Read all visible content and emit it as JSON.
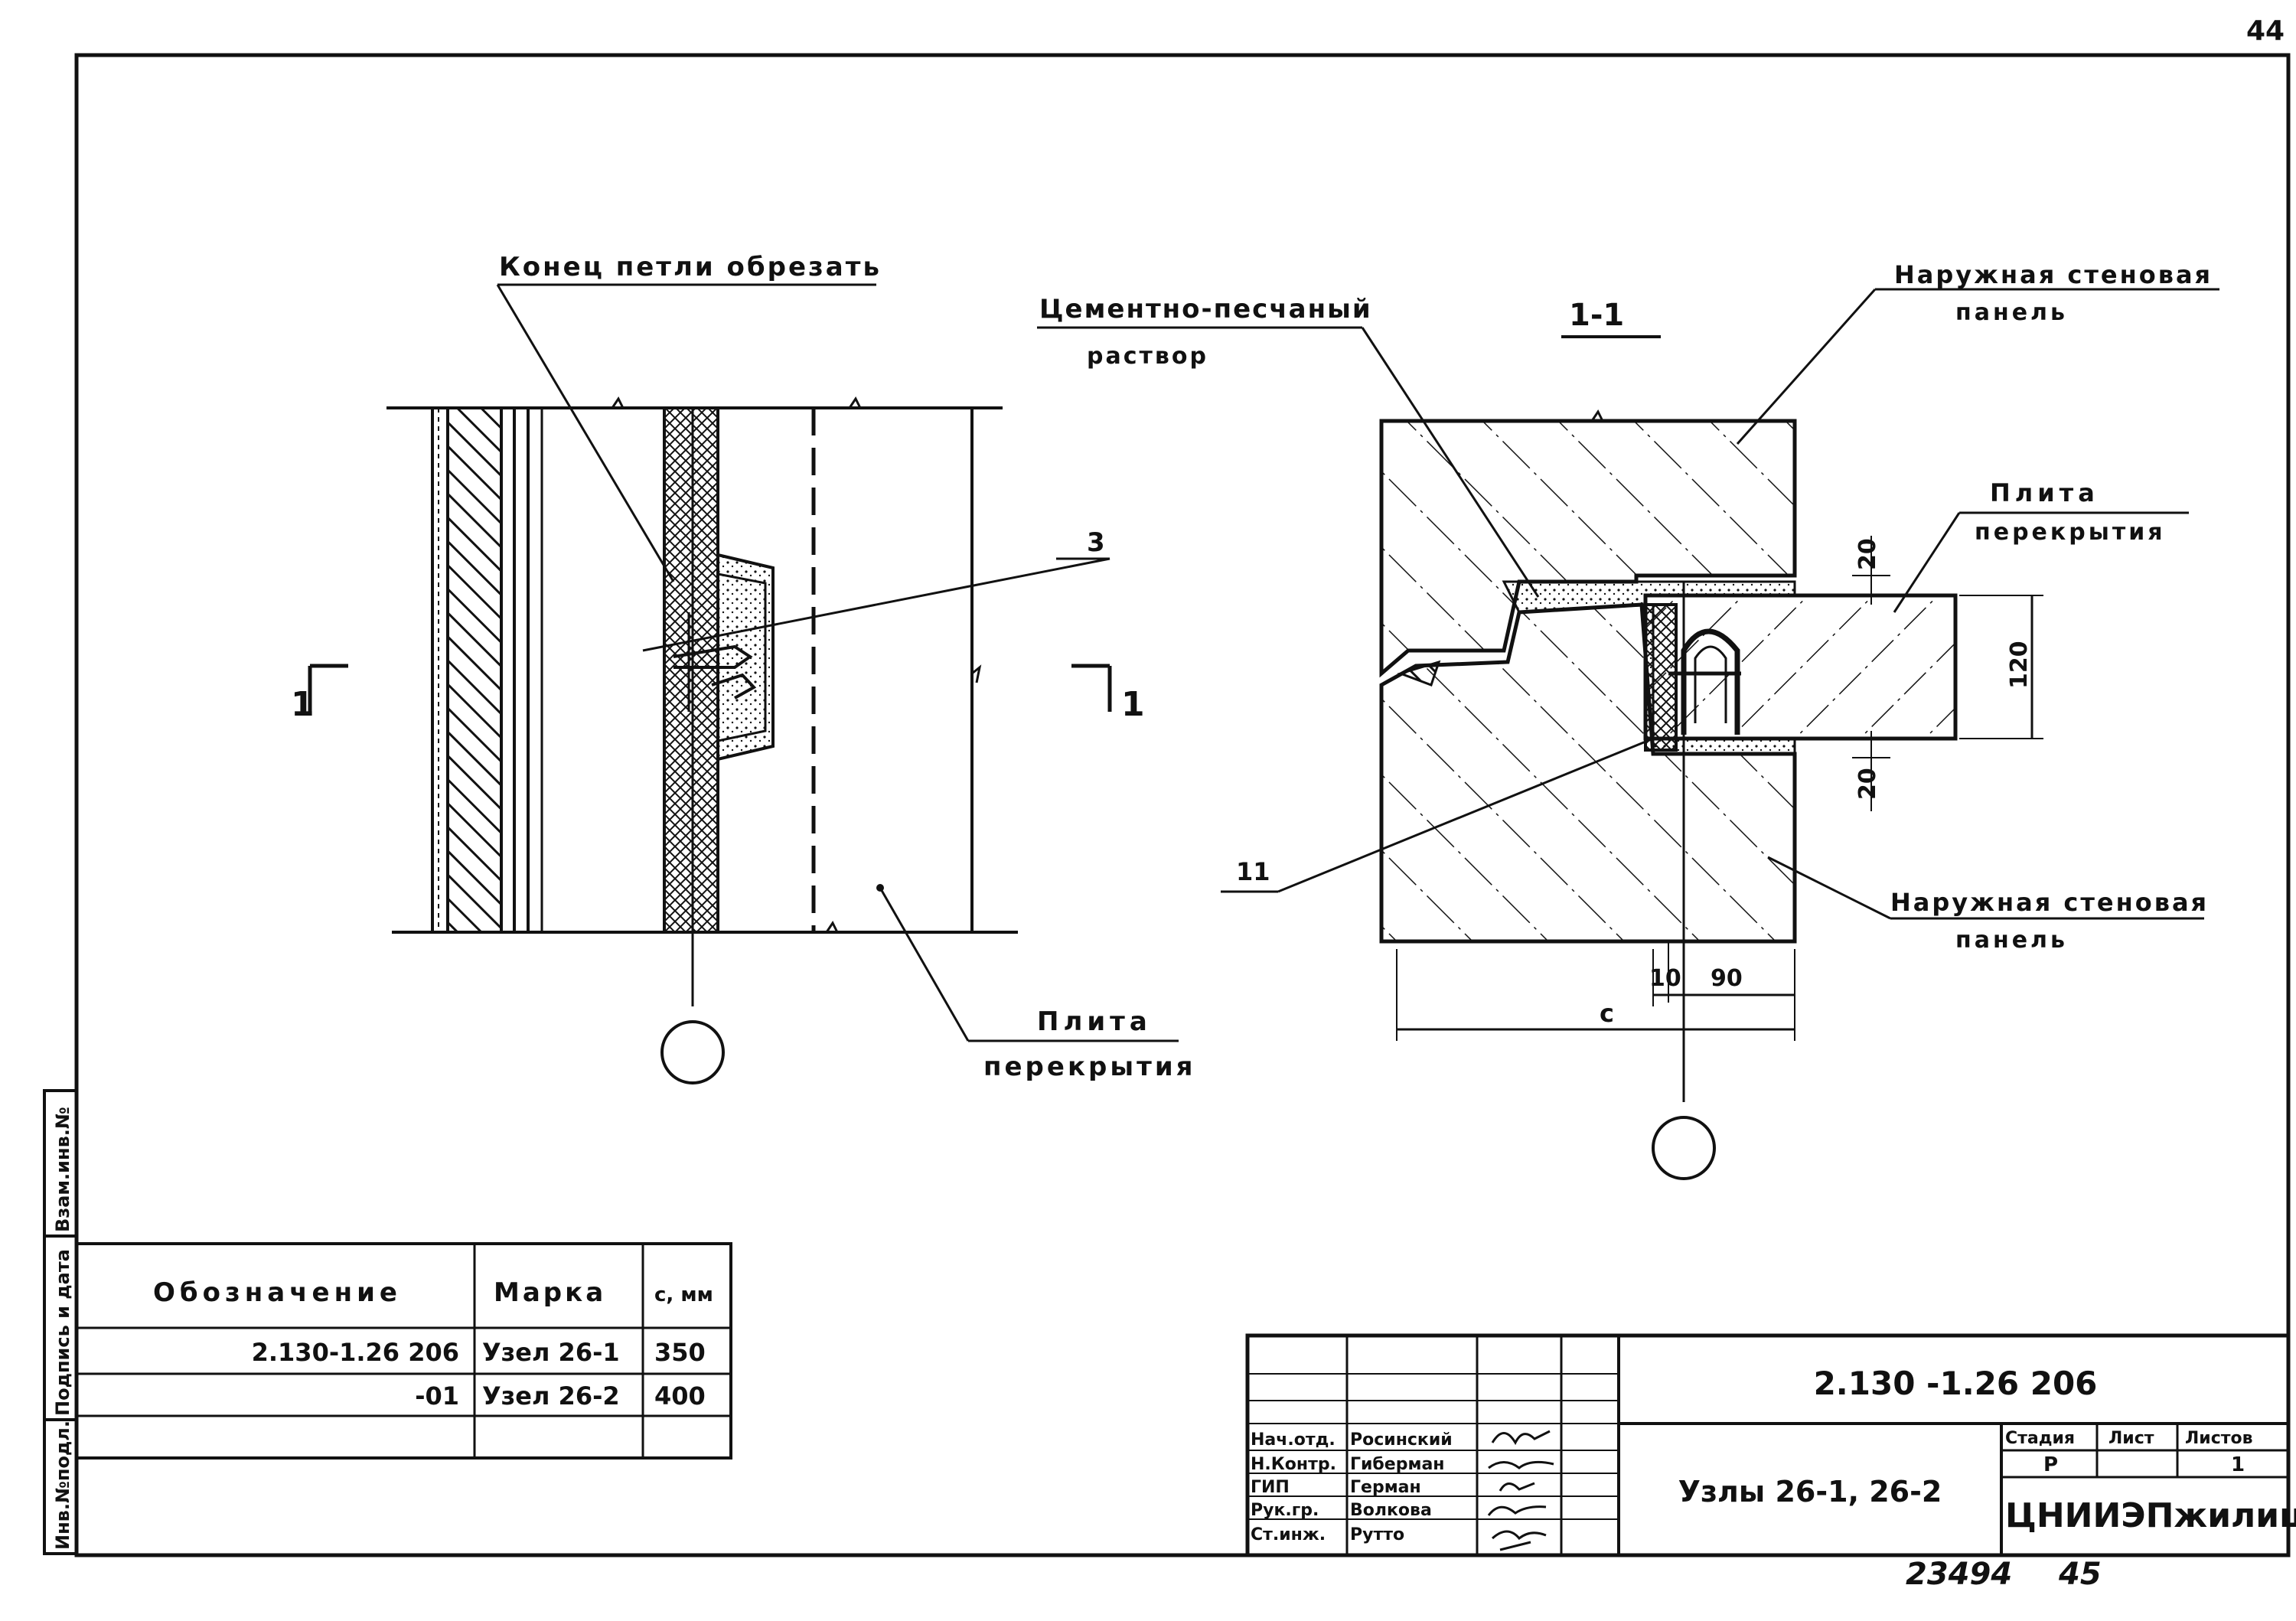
{
  "page_number": "44",
  "left_view": {
    "label_cut_loop": "Конец петли обрезать",
    "label_item": "3",
    "label_slab": [
      "Плита",
      "перекрытия"
    ],
    "section_mark": "1"
  },
  "section_view": {
    "title": "1-1",
    "label_mortar": [
      "Цементно-песчаный",
      "раствор"
    ],
    "label_outer_panel_top": [
      "Наружная стеновая",
      "панель"
    ],
    "label_slab": [
      "Плита",
      "перекрытия"
    ],
    "label_outer_panel_bottom": [
      "Наружная стеновая",
      "панель"
    ],
    "label_item": "11",
    "dims": {
      "gap_top": "20",
      "gap_bottom": "20",
      "slab": "120",
      "d10": "10",
      "d90": "90",
      "c": "c"
    }
  },
  "spec_table": {
    "headers": [
      "Обозначение",
      "Марка",
      "c, мм"
    ],
    "rows": [
      [
        "2.130-1.26 206",
        "Узел 26-1",
        "350"
      ],
      [
        "-01",
        "Узел 26-2",
        "400"
      ]
    ]
  },
  "side_stamp": [
    "Инв.№подл.",
    "Подпись и дата",
    "Взам.инв.№"
  ],
  "title_block": {
    "code": "2.130 -1.26  206",
    "name": "Узлы 26-1, 26-2",
    "stage_headers": [
      "Стадия",
      "Лист",
      "Листов"
    ],
    "stage_values": [
      "Р",
      "",
      "1"
    ],
    "org": "ЦНИИЭПжилища",
    "signers": [
      [
        "Нач.отд.",
        "Росинский"
      ],
      [
        "Н.Контр.",
        "Гиберман"
      ],
      [
        "ГИП",
        "Герман"
      ],
      [
        "Рук.гр.",
        "Волкова"
      ],
      [
        "Ст.инж.",
        "Рутто"
      ]
    ]
  },
  "handwritten_footer": [
    "23494",
    "45"
  ]
}
